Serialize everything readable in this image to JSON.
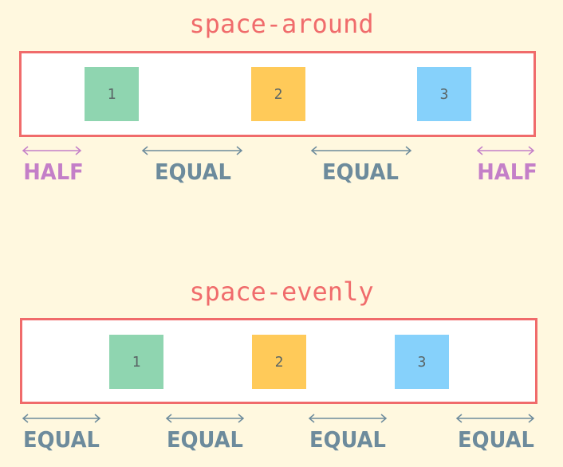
{
  "diagrams": [
    {
      "title": "space-around",
      "items": [
        "1",
        "2",
        "3"
      ],
      "gaps": [
        "HALF",
        "EQUAL",
        "EQUAL",
        "HALF"
      ]
    },
    {
      "title": "space-evenly",
      "items": [
        "1",
        "2",
        "3"
      ],
      "gaps": [
        "EQUAL",
        "EQUAL",
        "EQUAL",
        "EQUAL"
      ]
    }
  ],
  "colors": {
    "background": "#fff8df",
    "title": "#f06c6c",
    "container_border": "#f06b6b",
    "container_fill": "#ffffff",
    "item_1": "#8fd5b0",
    "item_2": "#ffca59",
    "item_3": "#86d1fb",
    "item_text": "#5a6566",
    "half_label": "#c47fc8",
    "equal_label": "#6d8b9c"
  }
}
